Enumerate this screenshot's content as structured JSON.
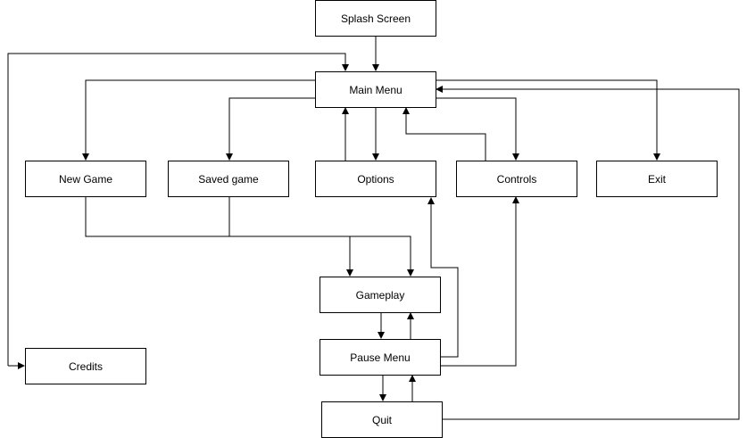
{
  "diagram": {
    "nodes": {
      "splash": "Splash Screen",
      "main_menu": "Main Menu",
      "new_game": "New Game",
      "saved_game": "Saved game",
      "options": "Options",
      "controls": "Controls",
      "exit": "Exit",
      "gameplay": "Gameplay",
      "pause_menu": "Pause Menu",
      "credits": "Credits",
      "quit": "Quit"
    },
    "edges": [
      {
        "from": "Splash Screen",
        "to": "Main Menu"
      },
      {
        "from": "Main Menu",
        "to": "New Game"
      },
      {
        "from": "Main Menu",
        "to": "Saved game"
      },
      {
        "from": "Main Menu",
        "to": "Options"
      },
      {
        "from": "Options",
        "to": "Main Menu"
      },
      {
        "from": "Main Menu",
        "to": "Controls"
      },
      {
        "from": "Controls",
        "to": "Main Menu"
      },
      {
        "from": "Main Menu",
        "to": "Exit"
      },
      {
        "from": "New Game",
        "to": "Gameplay"
      },
      {
        "from": "Saved game",
        "to": "Gameplay"
      },
      {
        "from": "Gameplay",
        "to": "Pause Menu"
      },
      {
        "from": "Pause Menu",
        "to": "Gameplay"
      },
      {
        "from": "Pause Menu",
        "to": "Options"
      },
      {
        "from": "Pause Menu",
        "to": "Controls"
      },
      {
        "from": "Pause Menu",
        "to": "Quit"
      },
      {
        "from": "Quit",
        "to": "Pause Menu"
      },
      {
        "from": "Quit",
        "to": "Main Menu"
      },
      {
        "from": "Credits",
        "to": "Main Menu"
      },
      {
        "from": "Main Menu",
        "to": "Credits"
      }
    ],
    "colors": {
      "stroke": "#000000",
      "fill": "#ffffff"
    }
  }
}
